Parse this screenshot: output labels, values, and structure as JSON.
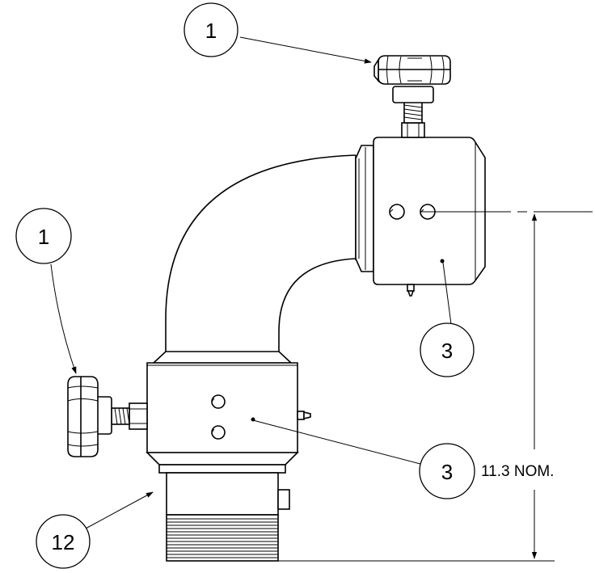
{
  "callouts": [
    {
      "id": "top-knob",
      "label": "1"
    },
    {
      "id": "side-knob",
      "label": "1"
    },
    {
      "id": "upper-swivel",
      "label": "3"
    },
    {
      "id": "lower-swivel",
      "label": "3"
    },
    {
      "id": "inlet",
      "label": "12"
    }
  ],
  "dimension": {
    "label": "11.3 NOM."
  }
}
